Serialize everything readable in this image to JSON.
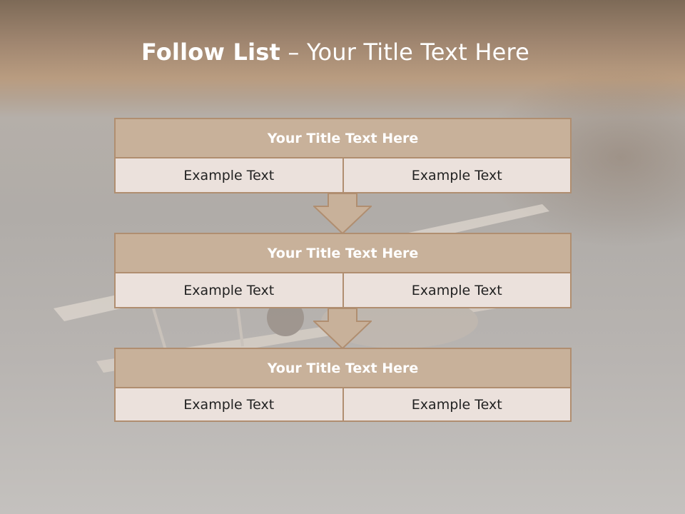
{
  "slide": {
    "title_bold": "Follow List",
    "title_rest": " – Your Title Text Here"
  },
  "blocks": [
    {
      "title": "Your Title Text Here",
      "left": "Example Text",
      "right": "Example Text"
    },
    {
      "title": "Your Title Text Here",
      "left": "Example Text",
      "right": "Example Text"
    },
    {
      "title": "Your Title Text Here",
      "left": "Example Text",
      "right": "Example Text"
    }
  ],
  "colors": {
    "header_band": "#a08670",
    "block_title_fill": "#c8b19a",
    "block_cell_fill": "#ebe1dc",
    "border": "#b08e70",
    "arrow_fill": "#c8b19a"
  }
}
